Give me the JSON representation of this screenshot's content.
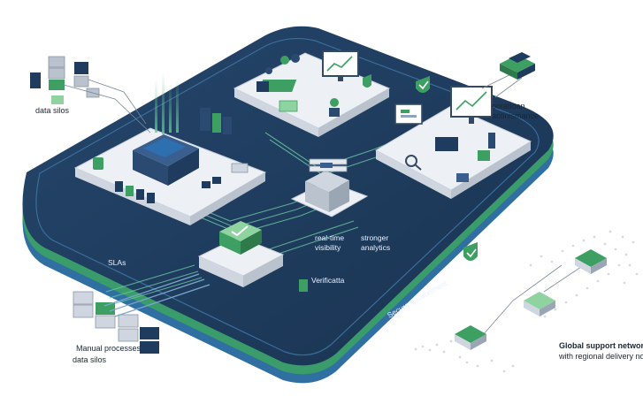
{
  "labels": {
    "data_silos_top": "data silos",
    "manual_processes": "Manual processes",
    "data_silos_bottom": "data silos",
    "operation_top": "ooratioan",
    "operation_bottom": "aconismance",
    "slas": "SLAs",
    "realtime_line1": "real-time",
    "realtime_line2": "visibility",
    "analytics_line1": "stronger",
    "analytics_line2": "analytics",
    "verification": "Verificatta",
    "secure_env": "Secure environment",
    "global_title": "Global support network",
    "global_sub": "with regional delivery nod"
  },
  "colors": {
    "navy": "#1f3f66",
    "navy_dark": "#17314f",
    "teal": "#2b8a85",
    "green": "#3e9f62",
    "light_green": "#8ed3a0",
    "board_dark": "#1e3a59",
    "panel": "#e9edf2"
  },
  "icons": [
    "server-icon",
    "monitor-icon",
    "chart-icon",
    "shield-icon",
    "search-icon",
    "checkmark-icon",
    "database-icon",
    "globe-map-icon"
  ]
}
